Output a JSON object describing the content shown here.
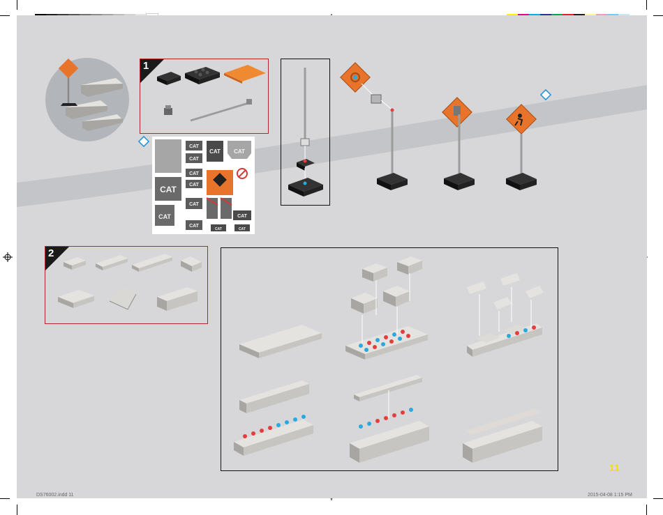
{
  "color_bar_left": [
    "#000000",
    "#1e1e1e",
    "#3a3a3a",
    "#555555",
    "#707070",
    "#8a8a8a",
    "#a3a3a3",
    "#bcbcbc",
    "#d3d3d3",
    "#e8e8e8",
    "#ffffff"
  ],
  "color_bar_right": [
    "#fff200",
    "#ec008c",
    "#00aeef",
    "#2e3192",
    "#00a651",
    "#ed1c24",
    "#231f20",
    "#fff799",
    "#f49ac1",
    "#6dcff6",
    "#c9e8f5"
  ],
  "steps": [
    {
      "number": "1"
    },
    {
      "number": "2"
    }
  ],
  "sticker_sheet": {
    "logo_text": "CAT"
  },
  "footer": {
    "file_name": "DS76002.indd   11",
    "date_time": "2015-04-08   1:15 PM"
  },
  "page_number": "11",
  "colors": {
    "page_bg": "#d7d7d9",
    "step_border": "#b2252c",
    "accent_orange": "#e8732a",
    "page_number": "#f2e000"
  }
}
